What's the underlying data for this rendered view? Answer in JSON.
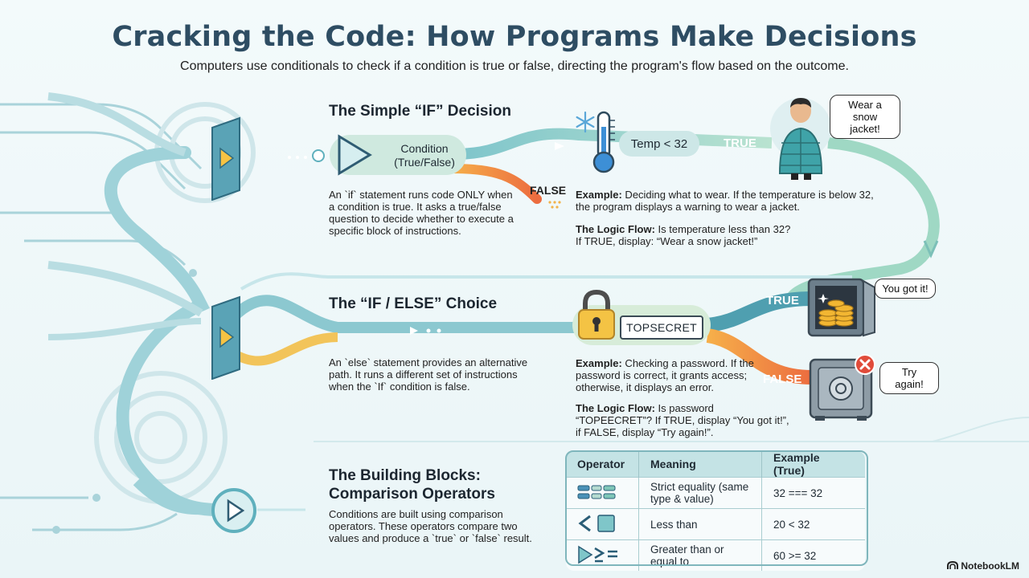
{
  "header": {
    "title": "Cracking the Code: How Programs Make Decisions",
    "subtitle": "Computers use conditionals to check if a condition is true or false, directing the program's flow based on the outcome."
  },
  "if_section": {
    "title": "The Simple “IF” Decision",
    "condition_label": "Condition",
    "condition_sub": "(True/False)",
    "description": "An `if` statement runs code ONLY when a condition is true. It asks a true/false question to decide whether to execute a specific block of instructions.",
    "temp_label": "Temp < 32",
    "true_label": "TRUE",
    "false_label": "FALSE",
    "bubble": "Wear a snow jacket!",
    "example_label": "Example:",
    "example_text": " Deciding what to wear. If the temperature is below 32, the program displays a warning to wear a jacket.",
    "flow_label": "The Logic Flow:",
    "flow_text": " Is temperature less than 32?",
    "flow_line2": "If TRUE, display: “Wear a snow jacket!”"
  },
  "ifelse_section": {
    "title": "The “IF / ELSE” Choice",
    "description": "An `else` statement provides an alternative path. It runs a different set of instructions when the `If` condition is false.",
    "password": "TOPSECRET",
    "true_label": "TRUE",
    "false_label": "FALSE",
    "bubble_true": "You got it!",
    "bubble_false": "Try again!",
    "example_label": "Example:",
    "example_text": " Checking a password. If the password is correct, it grants access; otherwise, it displays an error.",
    "flow_label": "The Logic Flow:",
    "flow_text": " Is password “TOPEECRET”? If TRUE, display “You got it!”, if FALSE, display “Try again!”."
  },
  "operators_section": {
    "title_line1": "The Building Blocks:",
    "title_line2": "Comparison Operators",
    "description": "Conditions are built using comparison operators. These operators compare two values and produce a `true` or `false` result.",
    "headers": [
      "Operator",
      "Meaning",
      "Example (True)"
    ],
    "rows": [
      {
        "icon": "strict-equality-icon",
        "meaning": "Strict equality (same type & value)",
        "example": "32 === 32"
      },
      {
        "icon": "less-than-icon",
        "meaning": "Less than",
        "example": "20 < 32"
      },
      {
        "icon": "greater-equal-icon",
        "meaning": "Greater than or equal to",
        "example": "60 >= 32"
      }
    ]
  },
  "footer": {
    "brand": "NotebookLM"
  },
  "colors": {
    "teal": "#5fb0bd",
    "teal_light": "#a9d8dc",
    "orange": "#ec7a45",
    "yellow": "#f6c343",
    "title": "#2e4d63"
  }
}
